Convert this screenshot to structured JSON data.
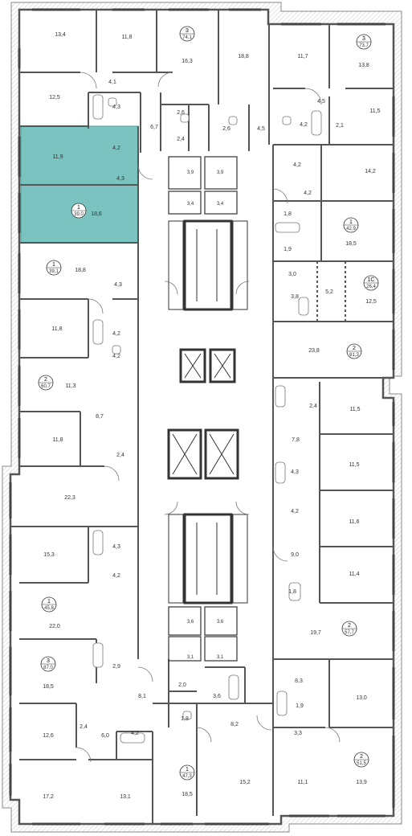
{
  "colors": {
    "wall": "#4a4a4a",
    "thin": "#7a7a7a",
    "highlight": "#7bc3c0",
    "highlight_stroke": "#4aa3a0",
    "outer_hatch": "#d9d9d9"
  },
  "rooms": [
    {
      "id": "r01",
      "area": "13,4"
    },
    {
      "id": "r02",
      "area": "11,8"
    },
    {
      "id": "r03",
      "area": "16,3"
    },
    {
      "id": "r04",
      "area": "18,8"
    },
    {
      "id": "r05",
      "area": "11,7"
    },
    {
      "id": "r06",
      "area": "13,8"
    },
    {
      "id": "r07",
      "area": "4,1"
    },
    {
      "id": "r08",
      "area": "12,5"
    },
    {
      "id": "r09",
      "area": "4,3"
    },
    {
      "id": "r10",
      "area": "6,7"
    },
    {
      "id": "r11",
      "area": "2,6"
    },
    {
      "id": "r12",
      "area": "2,6"
    },
    {
      "id": "r13",
      "area": "4,5"
    },
    {
      "id": "r14",
      "area": "4,5"
    },
    {
      "id": "r15",
      "area": "4,2"
    },
    {
      "id": "r16",
      "area": "2,1"
    },
    {
      "id": "r17",
      "area": "11,5"
    },
    {
      "id": "r18",
      "area": "2,4"
    },
    {
      "id": "r19",
      "area": "11,9"
    },
    {
      "id": "r20",
      "area": "4,2"
    },
    {
      "id": "r21",
      "area": "4,3"
    },
    {
      "id": "r22",
      "area": "3,9"
    },
    {
      "id": "r23",
      "area": "3,9"
    },
    {
      "id": "r24",
      "area": "4,2"
    },
    {
      "id": "r25",
      "area": "14,2"
    },
    {
      "id": "r26",
      "area": "4,2"
    },
    {
      "id": "r27",
      "area": "18,6"
    },
    {
      "id": "r28",
      "area": "3,4"
    },
    {
      "id": "r29",
      "area": "3,4"
    },
    {
      "id": "r30",
      "area": "1,8"
    },
    {
      "id": "r31",
      "area": "18,5"
    },
    {
      "id": "r32",
      "area": "1,9"
    },
    {
      "id": "r33",
      "area": "18,8"
    },
    {
      "id": "r34",
      "area": "3,0"
    },
    {
      "id": "r35",
      "area": "5,2"
    },
    {
      "id": "r36",
      "area": "3,8"
    },
    {
      "id": "r37",
      "area": "12,5"
    },
    {
      "id": "r38",
      "area": "4,3"
    },
    {
      "id": "r39",
      "area": "11,8"
    },
    {
      "id": "r40",
      "area": "4,2"
    },
    {
      "id": "r41",
      "area": "23,8"
    },
    {
      "id": "r42",
      "area": "4,2"
    },
    {
      "id": "r43",
      "area": "11,3"
    },
    {
      "id": "r44",
      "area": "2,4"
    },
    {
      "id": "r45",
      "area": "11,5"
    },
    {
      "id": "r46",
      "area": "8,7"
    },
    {
      "id": "r47",
      "area": "11,8"
    },
    {
      "id": "r48",
      "area": "7,8"
    },
    {
      "id": "r49",
      "area": "2,4"
    },
    {
      "id": "r50",
      "area": "11,5"
    },
    {
      "id": "r51",
      "area": "22,3"
    },
    {
      "id": "r52",
      "area": "4,3"
    },
    {
      "id": "r53",
      "area": "4,2"
    },
    {
      "id": "r54",
      "area": "11,6"
    },
    {
      "id": "r55",
      "area": "4,3"
    },
    {
      "id": "r56",
      "area": "15,3"
    },
    {
      "id": "r57",
      "area": "9,0"
    },
    {
      "id": "r58",
      "area": "4,2"
    },
    {
      "id": "r59",
      "area": "11,4"
    },
    {
      "id": "r60",
      "area": "1,8"
    },
    {
      "id": "r61",
      "area": "22,0"
    },
    {
      "id": "r62",
      "area": "3,6"
    },
    {
      "id": "r63",
      "area": "3,6"
    },
    {
      "id": "r64",
      "area": "19,7"
    },
    {
      "id": "r65",
      "area": "3,1"
    },
    {
      "id": "r66",
      "area": "3,1"
    },
    {
      "id": "r67",
      "area": "2,9"
    },
    {
      "id": "r68",
      "area": "18,5"
    },
    {
      "id": "r69",
      "area": "8,1"
    },
    {
      "id": "r70",
      "area": "2,0"
    },
    {
      "id": "r71",
      "area": "3,6"
    },
    {
      "id": "r72",
      "area": "8,3"
    },
    {
      "id": "r73",
      "area": "13,0"
    },
    {
      "id": "r74",
      "area": "1,9"
    },
    {
      "id": "r75",
      "area": "2,4"
    },
    {
      "id": "r76",
      "area": "1,8"
    },
    {
      "id": "r77",
      "area": "8,2"
    },
    {
      "id": "r78",
      "area": "3,3"
    },
    {
      "id": "r79",
      "area": "12,6"
    },
    {
      "id": "r80",
      "area": "6,0"
    },
    {
      "id": "r81",
      "area": "4,2"
    },
    {
      "id": "r82",
      "area": "17,2"
    },
    {
      "id": "r83",
      "area": "13,1"
    },
    {
      "id": "r84",
      "area": "18,5"
    },
    {
      "id": "r85",
      "area": "15,2"
    },
    {
      "id": "r86",
      "area": "11,1"
    },
    {
      "id": "r87",
      "area": "13,9"
    }
  ],
  "apartments": [
    {
      "id": "a01",
      "rooms": "3",
      "area": "74,1"
    },
    {
      "id": "a02",
      "rooms": "3",
      "area": "73,7"
    },
    {
      "id": "a03",
      "rooms": "1",
      "area": "39,0",
      "highlighted": true
    },
    {
      "id": "a04",
      "rooms": "1",
      "area": "42,9"
    },
    {
      "id": "a05",
      "rooms": "1",
      "area": "39,1"
    },
    {
      "id": "a06",
      "rooms": "1С",
      "area": "26,4"
    },
    {
      "id": "a07",
      "rooms": "2",
      "area": "61,3"
    },
    {
      "id": "a08",
      "rooms": "2",
      "area": "60,7"
    },
    {
      "id": "a09",
      "rooms": "1",
      "area": "45,8"
    },
    {
      "id": "a10",
      "rooms": "2",
      "area": "57,7"
    },
    {
      "id": "a11",
      "rooms": "3",
      "area": "87,0"
    },
    {
      "id": "a12",
      "rooms": "2",
      "area": "51,5"
    },
    {
      "id": "a13",
      "rooms": "1",
      "area": "47,3"
    }
  ]
}
